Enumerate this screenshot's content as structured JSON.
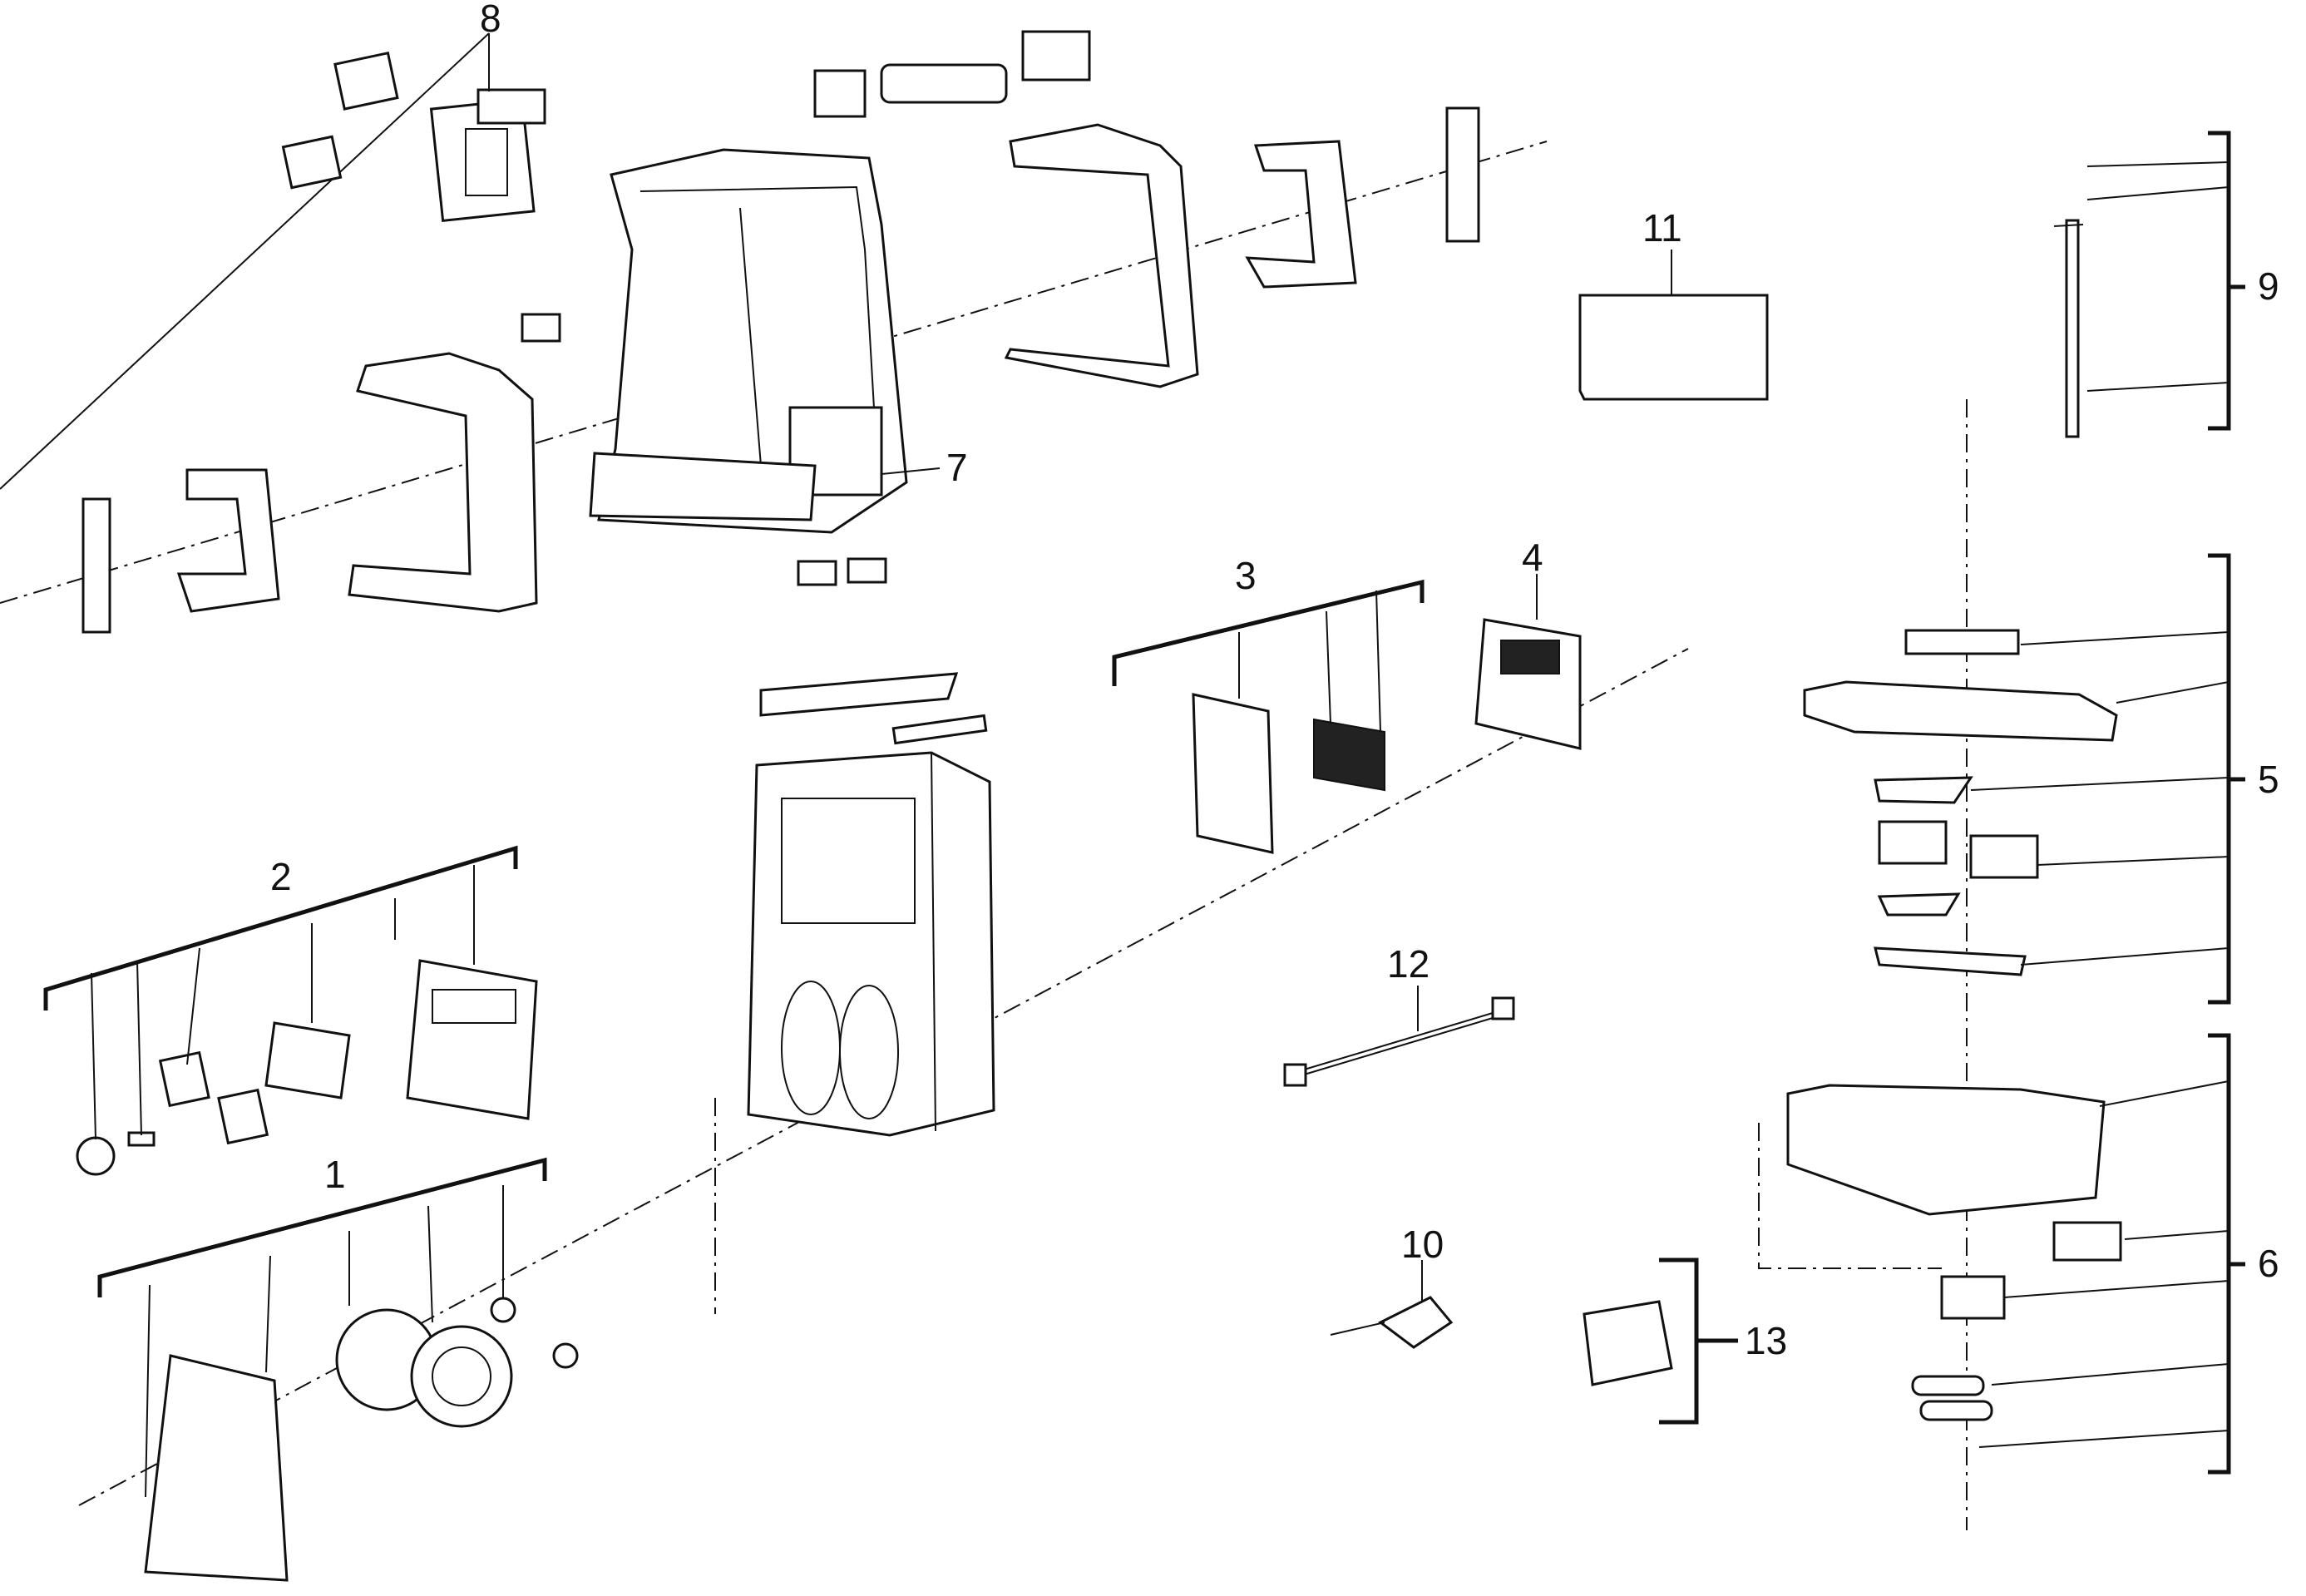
{
  "diagram": {
    "type": "exploded-parts-view",
    "callouts": [
      "1",
      "2",
      "3",
      "4",
      "5",
      "6",
      "7",
      "8",
      "9",
      "10",
      "11",
      "12",
      "13"
    ]
  },
  "colors": {
    "line": "#111111",
    "background": "#ffffff"
  }
}
